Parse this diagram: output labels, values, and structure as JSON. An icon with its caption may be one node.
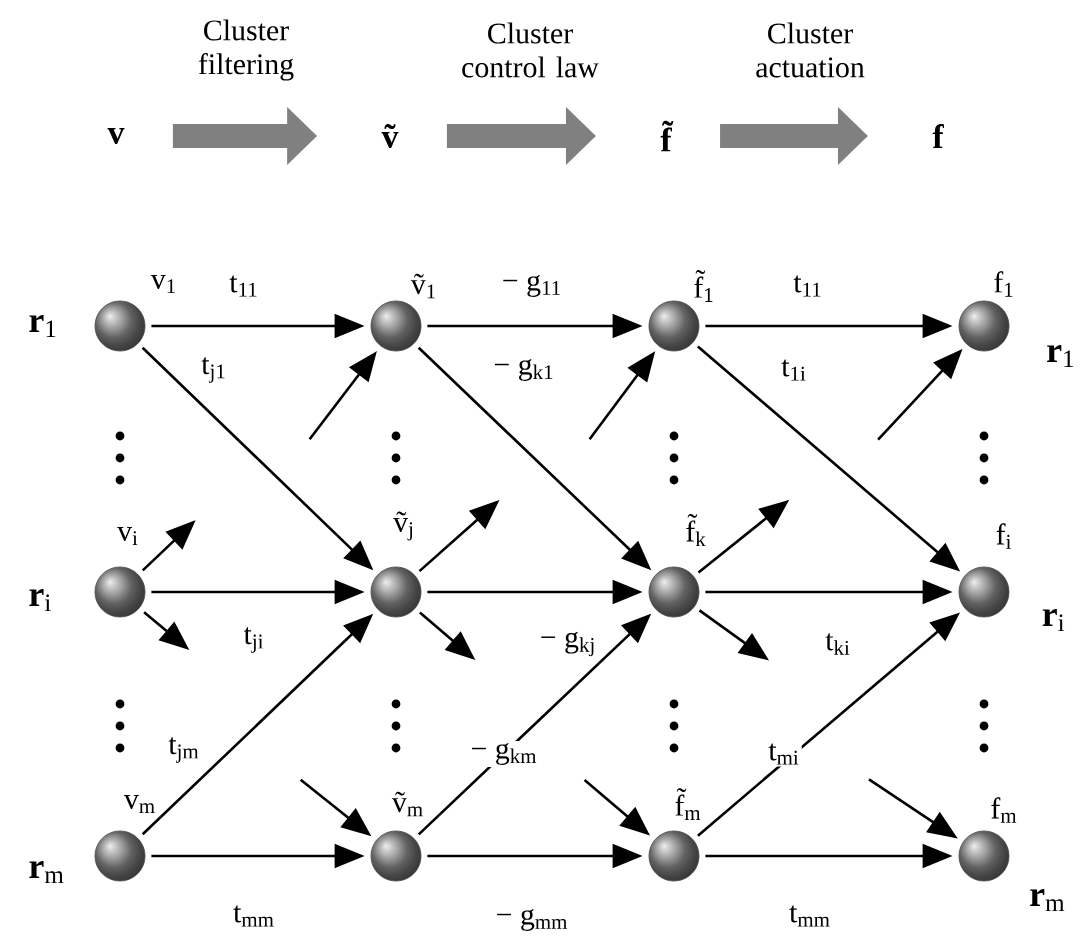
{
  "diagram": {
    "nodes": [
      {
        "text": [
          "v"
        ]
      },
      {
        "text": [
          "ṽ"
        ]
      },
      {
        "text": [
          "f̃"
        ]
      },
      {
        "text": [
          "f"
        ]
      },
      {
        "text": [],
        "shape": "circle",
        "beside": [
          "v$_{1}$",
          "**r**$_{1}$"
        ]
      },
      {
        "text": [],
        "shape": "circle",
        "beside": [
          "ṽ$_{1}$"
        ]
      },
      {
        "text": [],
        "shape": "circle",
        "beside": [
          "f̃$_{1}$"
        ]
      },
      {
        "text": [],
        "shape": "circle",
        "beside": [
          "f$_{1}$",
          "**r**$_{1}$"
        ]
      },
      {
        "text": [],
        "shape": "circle",
        "beside": [
          "v$_{i}$",
          "**r**$_{i}$"
        ]
      },
      {
        "text": [],
        "shape": "circle",
        "beside": [
          "ṽ$_{j}$"
        ]
      },
      {
        "text": [],
        "shape": "circle",
        "beside": [
          "f̃$_{k}$"
        ]
      },
      {
        "text": [],
        "shape": "circle",
        "beside": [
          "f$_{i}$",
          "**r**$_{i}$"
        ]
      },
      {
        "text": [],
        "shape": "circle",
        "beside": [
          "v$_{m}$",
          "**r**$_{m}$"
        ]
      },
      {
        "text": [],
        "shape": "circle",
        "beside": [
          "ṽ$_{m}$"
        ]
      },
      {
        "text": [],
        "shape": "circle",
        "beside": [
          "f̃$_{m}$"
        ]
      },
      {
        "text": [],
        "shape": "circle",
        "beside": [
          "f$_{m}$",
          "**r**$_{m}$"
        ]
      }
    ],
    "edges": [
      {
        "from": 0,
        "to": 1,
        "arrow": "to",
        "label": "Cluster filtering",
        "style": "thick",
        "color": "#808080"
      },
      {
        "from": 1,
        "to": 2,
        "arrow": "to",
        "label": "Cluster control law",
        "style": "thick",
        "color": "#808080"
      },
      {
        "from": 2,
        "to": 3,
        "arrow": "to",
        "label": "Cluster actuation",
        "style": "thick",
        "color": "#808080"
      },
      {
        "from": 4,
        "to": 5,
        "arrow": "to",
        "label": "t$_{11}$"
      },
      {
        "from": 4,
        "to": 9,
        "arrow": "to",
        "label": "t$_{j1}$"
      },
      {
        "from": 8,
        "to": 9,
        "arrow": "to",
        "label": "t$_{ji}$"
      },
      {
        "from": 12,
        "to": 9,
        "arrow": "to",
        "label": "t$_{jm}$"
      },
      {
        "from": 12,
        "to": 13,
        "arrow": "to",
        "label": "t$_{mm}$"
      },
      {
        "from": 5,
        "to": 6,
        "arrow": "to",
        "label": "− g$_{11}$"
      },
      {
        "from": 5,
        "to": 10,
        "arrow": "to",
        "label": "− g$_{k1}$"
      },
      {
        "from": 9,
        "to": 10,
        "arrow": "to",
        "label": "− g$_{kj}$"
      },
      {
        "from": 13,
        "to": 10,
        "arrow": "to",
        "label": "− g$_{km}$"
      },
      {
        "from": 13,
        "to": 14,
        "arrow": "to",
        "label": "− g$_{mm}$"
      },
      {
        "from": 6,
        "to": 7,
        "arrow": "to",
        "label": "t$_{11}$"
      },
      {
        "from": 6,
        "to": 11,
        "arrow": "to",
        "label": "t$_{1i}$"
      },
      {
        "from": 10,
        "to": 11,
        "arrow": "to",
        "label": "t$_{ki}$"
      },
      {
        "from": 14,
        "to": 11,
        "arrow": "to",
        "label": "t$_{mi}$"
      },
      {
        "from": 14,
        "to": 15,
        "arrow": "to",
        "label": "t$_{mm}$"
      },
      {
        "from": 8,
        "to": null,
        "arrow": "to"
      },
      {
        "from": 8,
        "to": null,
        "arrow": "to"
      },
      {
        "from": null,
        "to": 5,
        "arrow": "to"
      },
      {
        "from": 9,
        "to": null,
        "arrow": "to"
      },
      {
        "from": 9,
        "to": null,
        "arrow": "to"
      },
      {
        "from": null,
        "to": 13,
        "arrow": "to"
      },
      {
        "from": null,
        "to": 6,
        "arrow": "to"
      },
      {
        "from": 10,
        "to": null,
        "arrow": "to"
      },
      {
        "from": 10,
        "to": null,
        "arrow": "to"
      },
      {
        "from": null,
        "to": 14,
        "arrow": "to"
      },
      {
        "from": null,
        "to": 7,
        "arrow": "to"
      },
      {
        "from": null,
        "to": 15,
        "arrow": "to"
      }
    ]
  }
}
